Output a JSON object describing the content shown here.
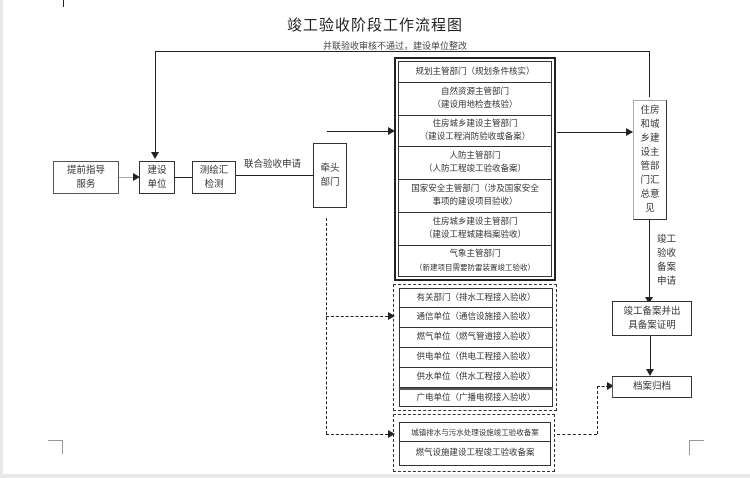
{
  "title": "竣工验收阶段工作流程图",
  "feedback_note": "并联验收审核不通过，建设单位整改",
  "nodes": {
    "pre_guidance": "提前指导服务",
    "construction_unit": "建设单位",
    "survey_check": "测绘汇检测",
    "joint_application_label": "联合验收申请",
    "lead_department": "牵头部门",
    "housing_summary": [
      "住房",
      "和城",
      "乡建",
      "设主",
      "管部",
      "门汇",
      "总意",
      "见"
    ],
    "filing_application_label": [
      "竣工",
      "验收",
      "备案",
      "申请"
    ],
    "filing_certificate": "竣工备案并出具备案证明",
    "archive": "档案归档"
  },
  "parallel_depts": [
    {
      "line1": "规划主管部门（规划条件核实）",
      "line2": ""
    },
    {
      "line1": "自然资源主管部门",
      "line2": "（建设用地检查核验）"
    },
    {
      "line1": "住房城乡建设主管部门",
      "line2": "（建设工程消防验收或备案）"
    },
    {
      "line1": "人防主管部门",
      "line2": "（人防工程竣工验收备案）"
    },
    {
      "line1": "国家安全主管部门（涉及国家安全",
      "line2": "事项的建设项目验收）"
    },
    {
      "line1": "住房城乡建设主管部门",
      "line2": "（建设工程城建档案验收）"
    },
    {
      "line1": "气象主管部门",
      "line2": "（新建项目需要防雷装置竣工验收）"
    }
  ],
  "utility_units": [
    "有关部门（排水工程接入验收）",
    "通信单位（通信设施接入验收）",
    "燃气单位（燃气管道接入验收）",
    "供电单位（供电工程接入验收）",
    "供水单位（供水工程接入验收）",
    "广电单位（广播电视接入验收）"
  ],
  "special_filings": [
    "城镇排水与污水处理设施竣工验收备案",
    "燃气设施建设工程竣工验收备案"
  ],
  "colors": {
    "line": "#222222",
    "text": "#333333",
    "background": "#ffffff"
  }
}
